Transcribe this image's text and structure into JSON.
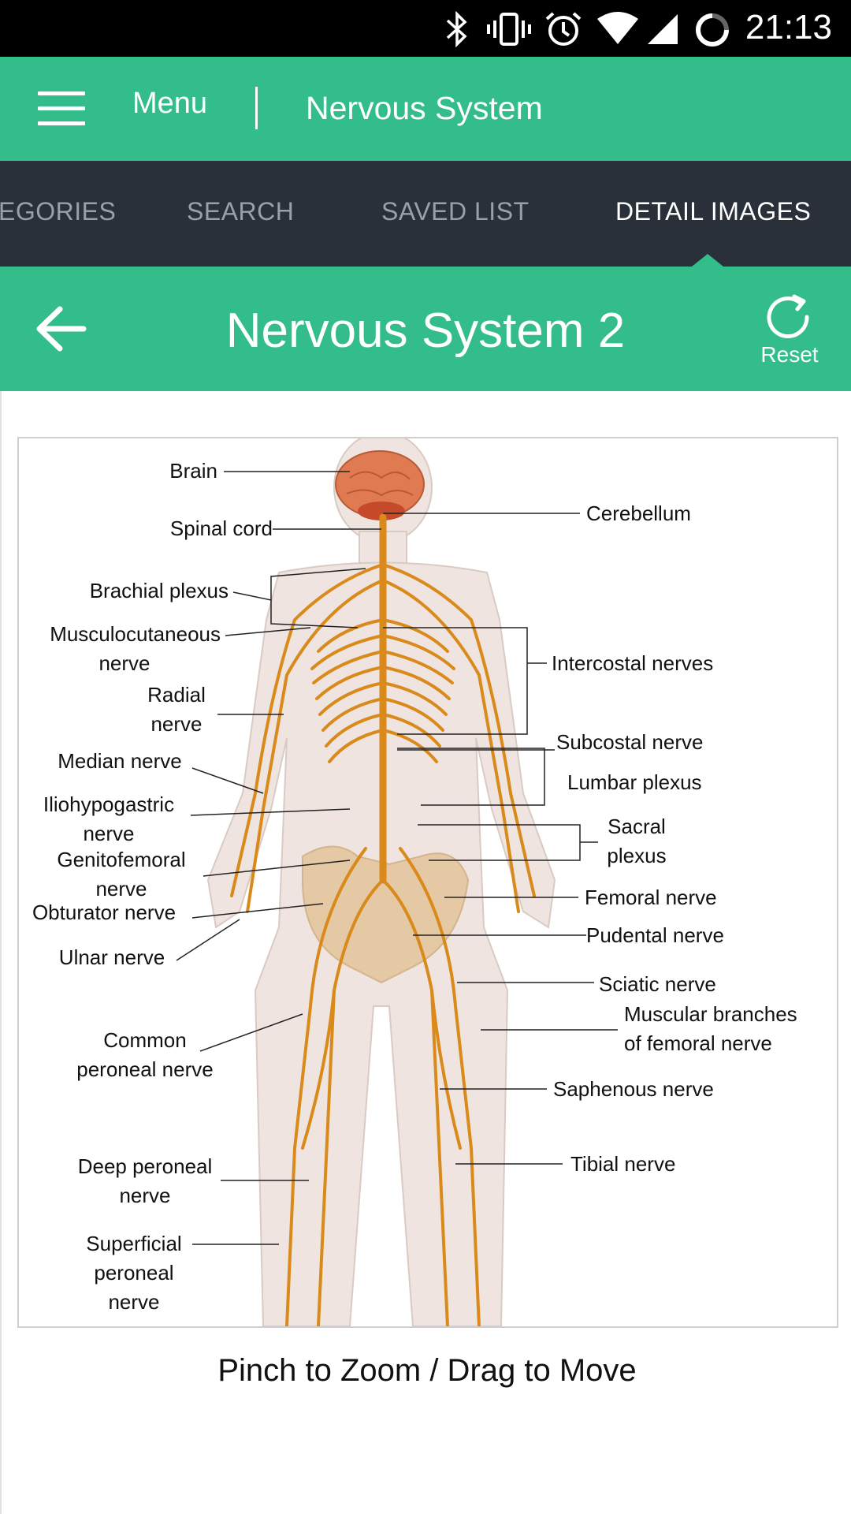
{
  "status": {
    "time": "21:13",
    "icons": [
      "bluetooth-icon",
      "vibrate-icon",
      "alarm-icon",
      "wifi-icon",
      "signal-icon",
      "battery-icon"
    ]
  },
  "appbar": {
    "menu_label": "Menu",
    "title": "Nervous System"
  },
  "tabs": [
    {
      "label": "EGORIES"
    },
    {
      "label": "SEARCH"
    },
    {
      "label": "SAVED LIST"
    },
    {
      "label": "DETAIL IMAGES"
    }
  ],
  "subheader": {
    "title": "Nervous System 2",
    "reset_label": "Reset"
  },
  "diagram": {
    "labels": {
      "brain": "Brain",
      "spinal_cord": "Spinal cord",
      "brachial_plexus": "Brachial plexus",
      "musculocutaneous_1": "Musculocutaneous",
      "musculocutaneous_2": "nerve",
      "radial_1": "Radial",
      "radial_2": "nerve",
      "median": "Median nerve",
      "iliohypogastric_1": "Iliohypogastric",
      "iliohypogastric_2": "nerve",
      "genitofemoral_1": "Genitofemoral",
      "genitofemoral_2": "nerve",
      "obturator": "Obturator nerve",
      "ulnar": "Ulnar nerve",
      "common_peroneal_1": "Common",
      "common_peroneal_2": "peroneal nerve",
      "deep_peroneal_1": "Deep peroneal",
      "deep_peroneal_2": "nerve",
      "superficial_1": "Superficial",
      "superficial_2": "peroneal",
      "superficial_3": "nerve",
      "cerebellum": "Cerebellum",
      "intercostal": "Intercostal nerves",
      "subcostal": "Subcostal nerve",
      "lumbar": "Lumbar plexus",
      "sacral_1": "Sacral",
      "sacral_2": "plexus",
      "femoral": "Femoral nerve",
      "pudental": "Pudental nerve",
      "sciatic": "Sciatic nerve",
      "muscular_1": "Muscular branches",
      "muscular_2": "of femoral nerve",
      "saphenous": "Saphenous nerve",
      "tibial": "Tibial nerve"
    }
  },
  "hint": "Pinch to Zoom / Drag to Move",
  "colors": {
    "accent": "#32bd8b",
    "tabbar": "#2a3039",
    "nerve": "#d98a1a",
    "body": "#efe4df",
    "brain": "#e07a50"
  }
}
